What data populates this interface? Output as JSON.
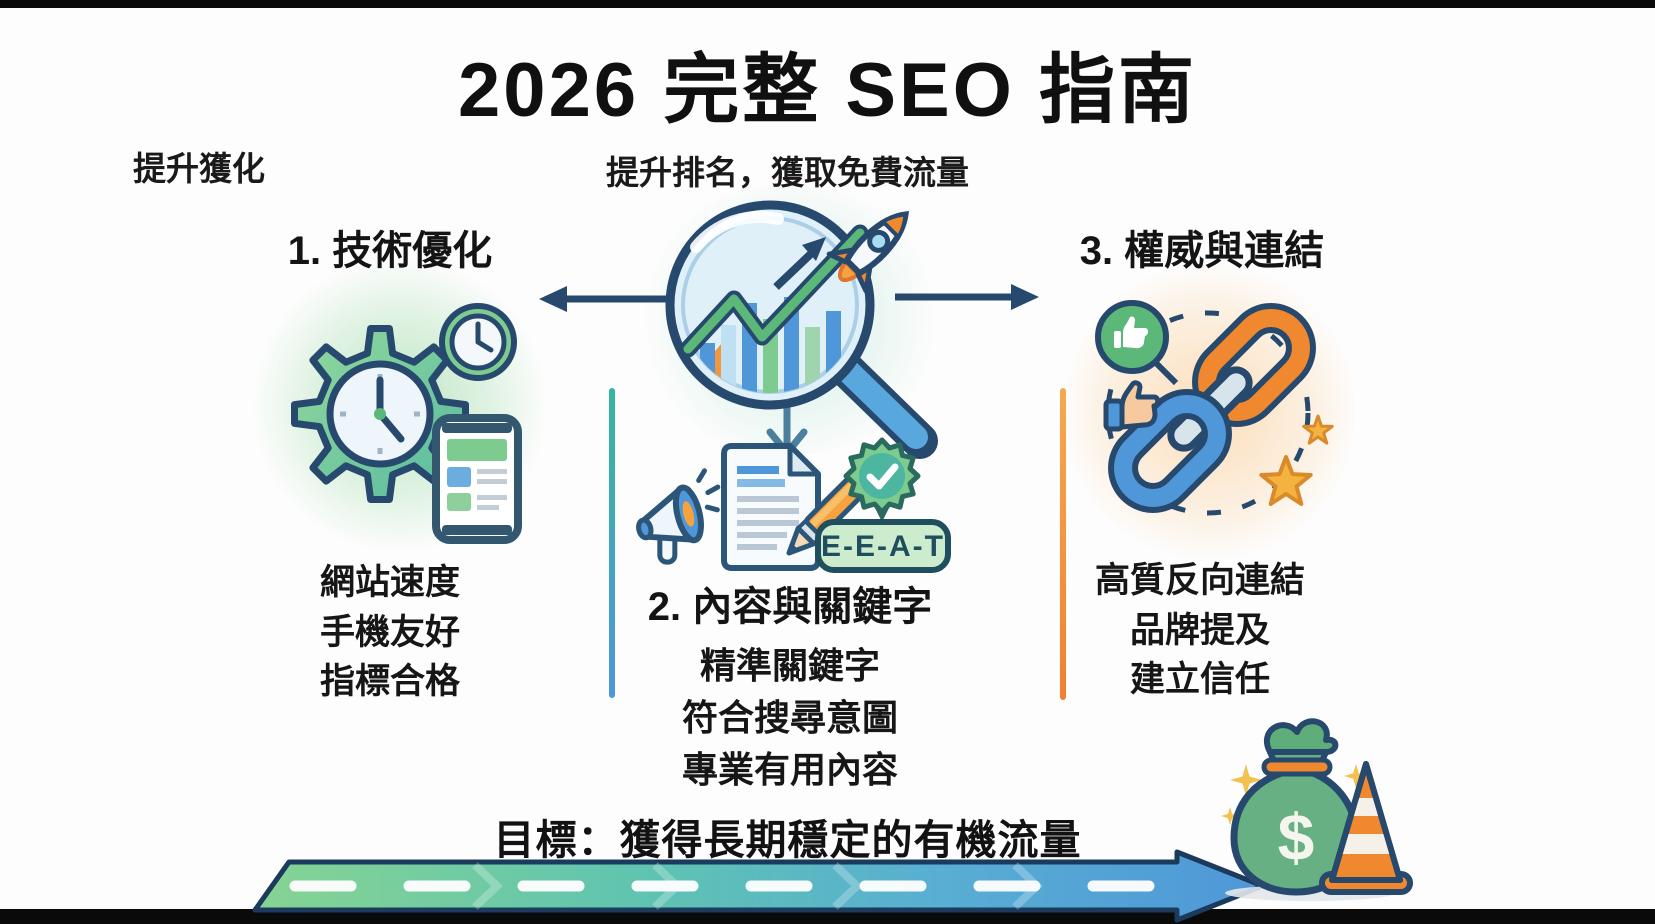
{
  "title": "2026 完整 SEO 指南",
  "labels": {
    "top_left": "提升獲化",
    "top_center": "提升排名，獲取免費流量"
  },
  "sections": {
    "technical": {
      "heading": "1. 技術優化",
      "items": [
        "網站速度",
        "手機友好",
        "指標合格"
      ]
    },
    "content": {
      "heading": "2. 內容與關鍵字",
      "items": [
        "精準關鍵字",
        "符合搜尋意圖",
        "專業有用內容"
      ],
      "eeat_badge": "E-E-A-T"
    },
    "authority": {
      "heading": "3. 權威與連結",
      "items": [
        "高質反向連結",
        "品牌提及",
        "建立信任"
      ]
    }
  },
  "goal": {
    "text": "目標：獲得長期穩定的有機流量"
  },
  "icons": {
    "money_bag_symbol": "$",
    "center_icon": "magnifier-chart-rocket",
    "left_icon": "gear-clock-phone",
    "right_icon": "chain-links-thumbs-stars",
    "content_icons": "megaphone-document-pencil-eeat-seal",
    "goal_icons": "money-bag-traffic-cone-sparkles"
  },
  "colors": {
    "accent_green": "#7ecb8f",
    "accent_teal": "#35b59e",
    "accent_blue": "#4f97d8",
    "accent_orange": "#f0882f",
    "outline_navy": "#27496d",
    "eeat_fill": "#cdeccd",
    "eeat_text": "#1f4e5e"
  }
}
